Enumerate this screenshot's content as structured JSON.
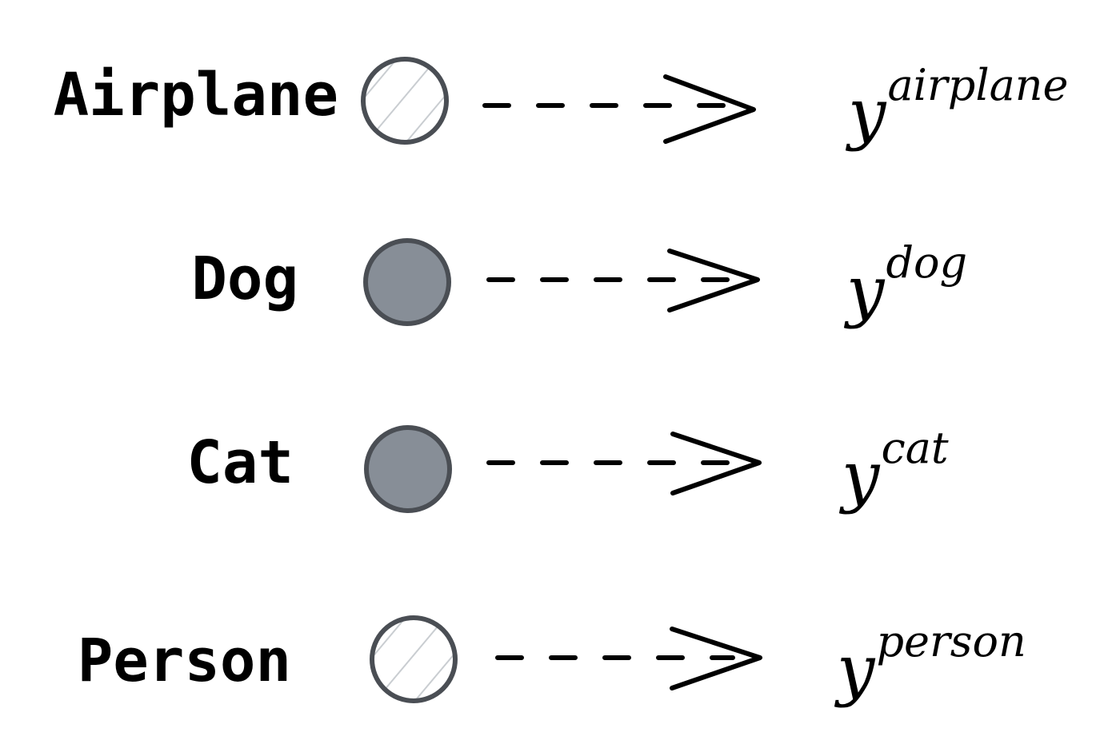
{
  "diagram": {
    "title": "",
    "colors": {
      "node_stroke": "#4a4e54",
      "node_filled": "#878e97",
      "node_hatched_bg": "#ffffff",
      "hatch_lines": "#c9cdd1",
      "arrow": "#000000",
      "text": "#000000"
    },
    "rows": [
      {
        "label": "Airplane",
        "node_style": "hatched",
        "output_base": "y",
        "output_superscript": "airplane"
      },
      {
        "label": "Dog",
        "node_style": "filled",
        "output_base": "y",
        "output_superscript": "dog"
      },
      {
        "label": "Cat",
        "node_style": "filled",
        "output_base": "y",
        "output_superscript": "cat"
      },
      {
        "label": "Person",
        "node_style": "hatched",
        "output_base": "y",
        "output_superscript": "person"
      }
    ]
  }
}
